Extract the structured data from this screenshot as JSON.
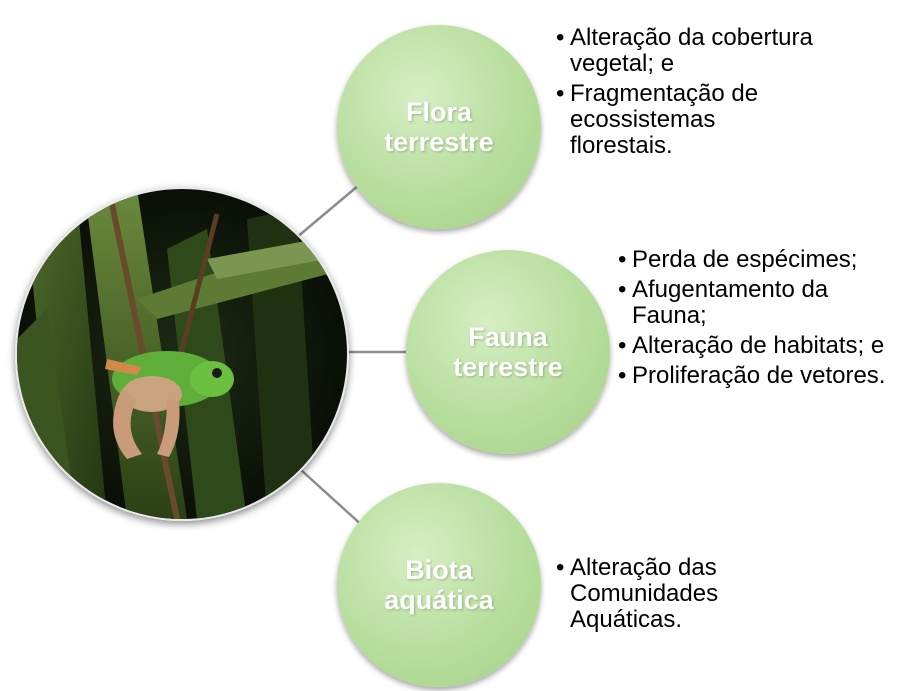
{
  "nodes": [
    {
      "id": "flora",
      "label_line1": "Flora",
      "label_line2": "terrestre",
      "color": "#b7de9d",
      "bullets": [
        "Alteração da cobertura vegetal; e",
        "Fragmentação de ecossistemas florestais."
      ]
    },
    {
      "id": "fauna",
      "label_line1": "Fauna",
      "label_line2": "terrestre",
      "color": "#b7de9d",
      "bullets": [
        "Perda de espécimes;",
        "Afugentamento da Fauna;",
        "Alteração de habitats; e",
        "Proliferação de vetores."
      ]
    },
    {
      "id": "biota",
      "label_line1": "Biota",
      "label_line2": "aquática",
      "color": "#b7de9d",
      "bullets": [
        "Alteração das Comunidades Aquáticas."
      ]
    }
  ],
  "center_image": "green tree frog on leaves at night",
  "connector_color": "#8c8c8c"
}
